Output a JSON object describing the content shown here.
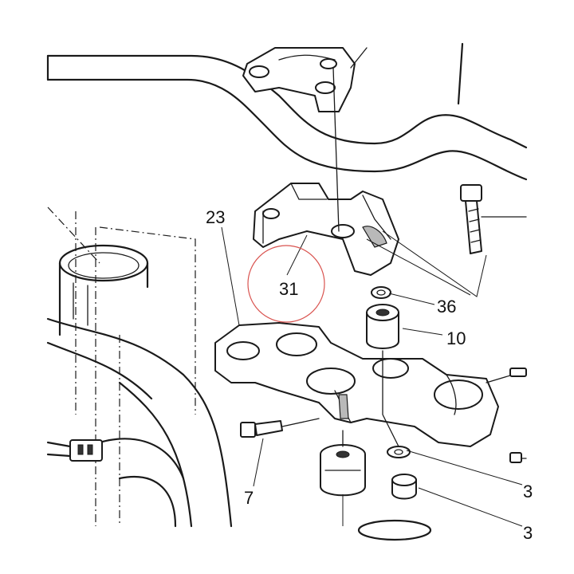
{
  "callouts": [
    {
      "id": "c23",
      "label": "23"
    },
    {
      "id": "c31",
      "label": "31"
    },
    {
      "id": "c36",
      "label": "36"
    },
    {
      "id": "c10",
      "label": "10"
    },
    {
      "id": "c7",
      "label": "7"
    },
    {
      "id": "c3a",
      "label": "3"
    },
    {
      "id": "c3b",
      "label": "3"
    }
  ],
  "colors": {
    "line": "#1a1a1a",
    "highlight": "#d9534f",
    "background": "#ffffff"
  }
}
